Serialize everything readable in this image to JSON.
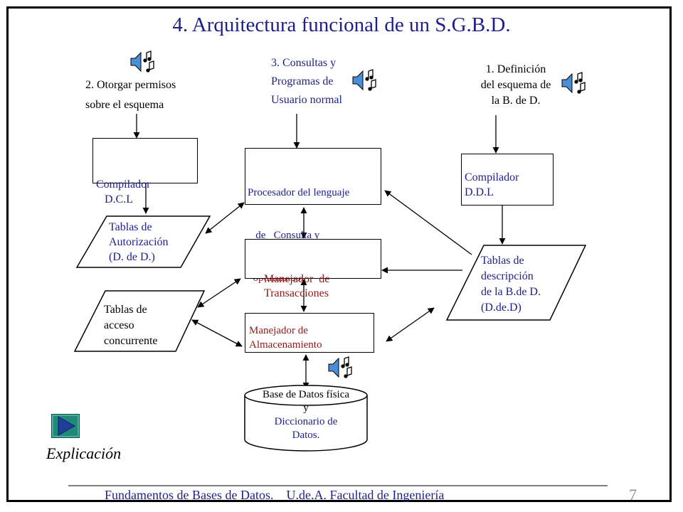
{
  "title": "4. Arquitectura funcional  de un S.G.B.D.",
  "labels": {
    "permisos": [
      "2. Otorgar permisos",
      "sobre el esquema"
    ],
    "consultas": [
      "3. Consultas y",
      "Programas de",
      "Usuario normal"
    ],
    "definicion": [
      "1. Definición",
      "del esquema  de",
      "la B. de D."
    ]
  },
  "boxes": {
    "compilador_dcl": [
      "Compilador",
      "   D.C.L"
    ],
    "procesador": [
      "Procesador del lenguaje",
      "   de   Consulta y",
      "  optimizador"
    ],
    "compilador_ddl": [
      "Compilador",
      "D.D.L"
    ],
    "manejador_trans": [
      "Manejador  de",
      "Transacciones"
    ],
    "manejador_alm": [
      "Manejador de",
      "Almacenamiento"
    ]
  },
  "tables": {
    "autorizacion": [
      "Tablas de",
      "Autorización",
      "(D. de D.)"
    ],
    "acceso": [
      "Tablas de",
      "acceso",
      "concurrente"
    ],
    "descripcion": [
      "Tablas de",
      "descripción",
      "de la B.de D.",
      "(D.de.D)"
    ]
  },
  "database": [
    "Base de Datos física",
    "y",
    "Diccionario de",
    "Datos."
  ],
  "explicacion": "Explicación",
  "footer": "Fundamentos de Bases de Datos.    U.de.A. Facultad de Ingeniería",
  "page_number": "7",
  "colors": {
    "navy": "#1f1f8a",
    "dark_red": "#8b1a1a",
    "play_button": "#1f8a7a"
  },
  "icons": [
    "speaker-music-icon",
    "play-button-icon"
  ]
}
